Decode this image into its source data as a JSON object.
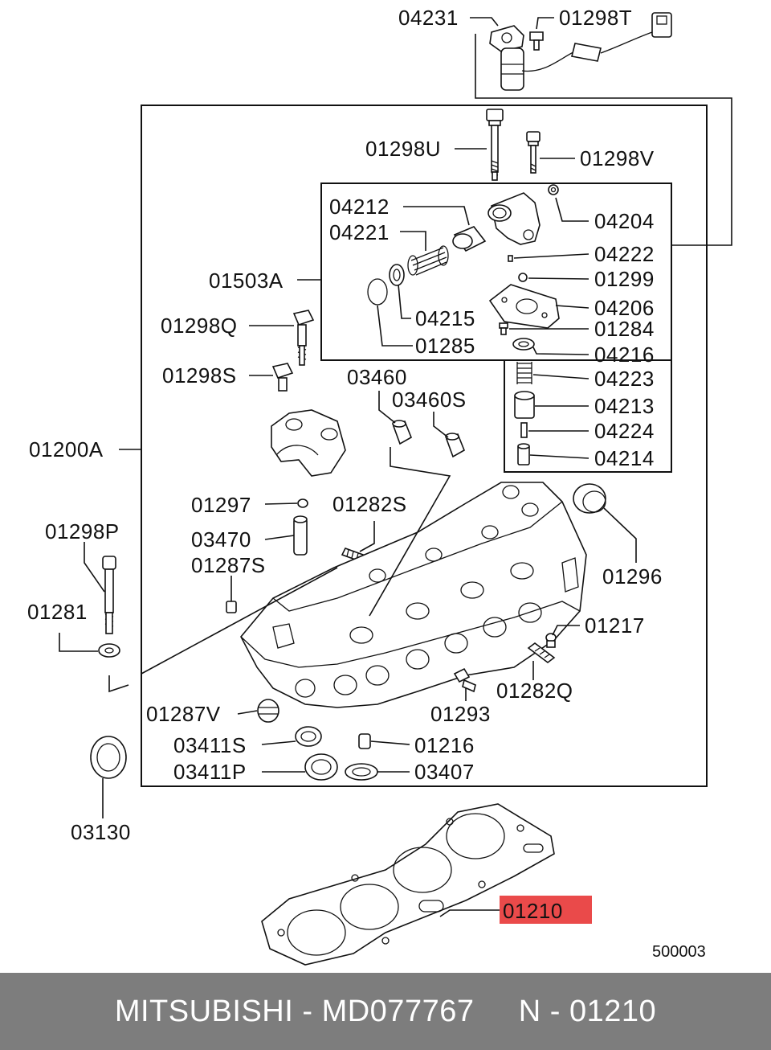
{
  "diagram": {
    "figure_number": "500003",
    "highlight_color": "#ea4a4a",
    "labels": {
      "l04231": "04231",
      "l01298T": "01298T",
      "l01298U": "01298U",
      "l01298V": "01298V",
      "l04212": "04212",
      "l04204": "04204",
      "l04221": "04221",
      "l04222": "04222",
      "l01503A": "01503A",
      "l01299": "01299",
      "l04215": "04215",
      "l04206": "04206",
      "l01298Q": "01298Q",
      "l01284": "01284",
      "l01285": "01285",
      "l04216": "04216",
      "l01298S": "01298S",
      "l03460": "03460",
      "l04223": "04223",
      "l03460S": "03460S",
      "l04213": "04213",
      "l01200A": "01200A",
      "l04224": "04224",
      "l04214": "04214",
      "l01297": "01297",
      "l01282S": "01282S",
      "l01298P": "01298P",
      "l03470": "03470",
      "l01296": "01296",
      "l01287S": "01287S",
      "l01281": "01281",
      "l01217": "01217",
      "l01282Q": "01282Q",
      "l01287V": "01287V",
      "l01293": "01293",
      "l03411S": "03411S",
      "l01216": "01216",
      "l03411P": "03411P",
      "l03407": "03407",
      "l03130": "03130",
      "l01210": "01210"
    }
  },
  "footer": {
    "brand": "MITSUBISHI",
    "separator": " - ",
    "part_number": "MD077767",
    "gap": "     ",
    "ref_prefix": "N - ",
    "ref_number": "01210"
  }
}
